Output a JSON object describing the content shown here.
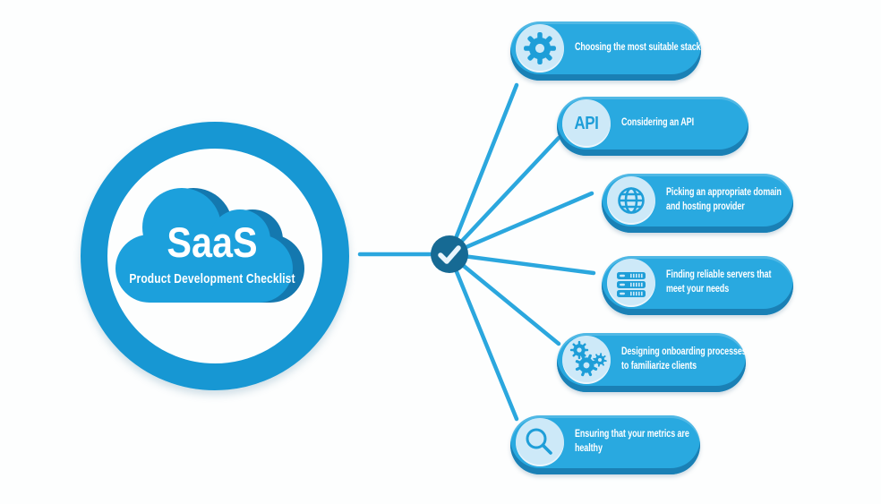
{
  "center": {
    "title": "SaaS",
    "subtitle": "Product Development Checklist"
  },
  "hub": {
    "icon": "checkmark-icon"
  },
  "items": [
    {
      "icon": "gear-icon",
      "label": "Choosing the most suitable stack"
    },
    {
      "icon": "api-badge",
      "badge": "API",
      "label": "Considering an API"
    },
    {
      "icon": "globe-icon",
      "label": "Picking an appropriate domain\nand hosting provider"
    },
    {
      "icon": "servers-icon",
      "label": "Finding reliable servers that\nmeet your needs"
    },
    {
      "icon": "gears-icon",
      "label": "Designing onboarding processes\nto familiarize clients"
    },
    {
      "icon": "magnifier-icon",
      "label": "Ensuring that your metrics are\nhealthy"
    }
  ],
  "colors": {
    "pill_blue": "#29A9E0",
    "pill_rim": "#1A80B5",
    "icon_circle": "#CDE9F8",
    "icon_blue": "#1E9ED8",
    "ring_blue": "#1797D3",
    "cloud_blue": "#1CA0DC",
    "cloud_shadow": "#1478AF",
    "hub_blue": "#166A94",
    "line_blue": "#2BA7DE",
    "text_white": "#FFFFFF"
  }
}
